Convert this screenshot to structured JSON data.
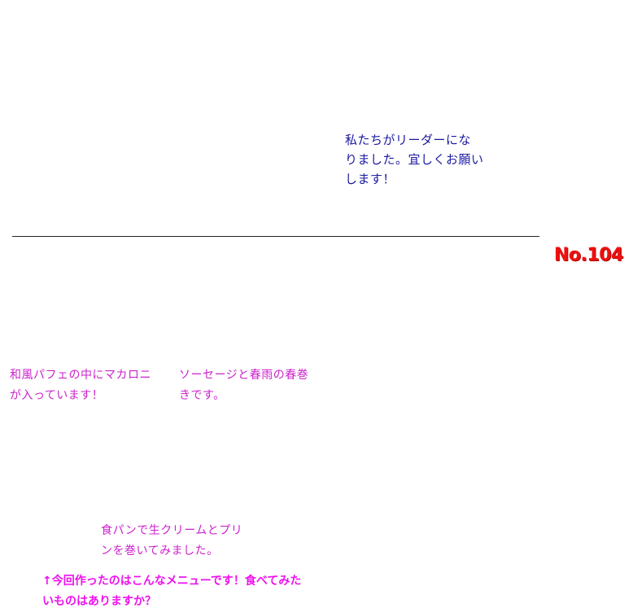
{
  "leader_message": {
    "line1": "私たちがリーダーにな",
    "line2": "りました。宜しくお願い",
    "line3": "します！"
  },
  "issue_number": "No.104",
  "captions": [
    {
      "line1": "和風パフェの中にマカロニ",
      "line2": "が入っています！"
    },
    {
      "line1": "ソーセージと春雨の春巻",
      "line2": "きです。"
    },
    {
      "line1": "食パンで生クリームとプリ",
      "line2": "ンを巻いてみました。"
    }
  ],
  "footer_note": {
    "arrow": "↑",
    "line1": "今回作ったのはこんなメニューです！食べてみた",
    "line2": "いものはありますか？"
  },
  "colors": {
    "leader_text": "#1a1aa0",
    "issue_number": "#ee1111",
    "caption_text": "#cc22cc",
    "footer_text": "#ee11ee"
  }
}
